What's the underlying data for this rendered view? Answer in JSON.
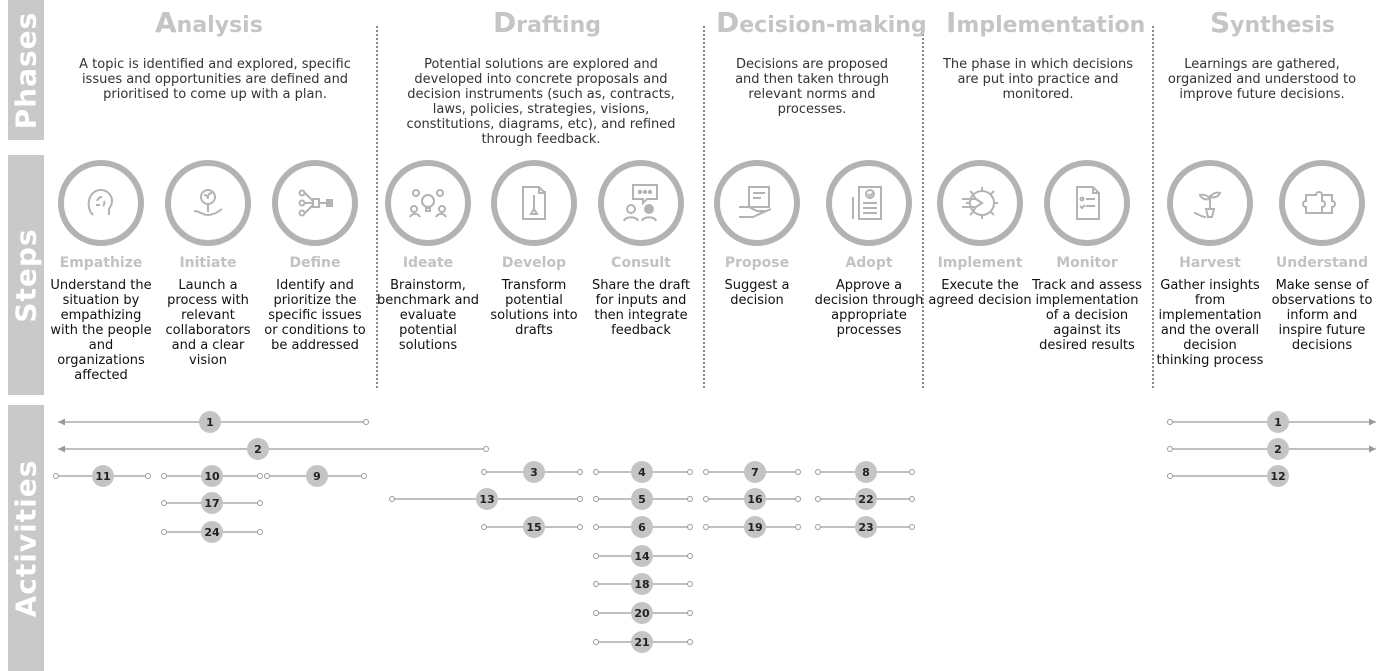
{
  "bands": {
    "phases": "Phases",
    "steps": "Steps",
    "activities": "Activities"
  },
  "phases": [
    {
      "title_cap": "A",
      "title_rest": "nalysis",
      "desc": "A topic is identified and explored, specific issues and opportunities are defined and prioritised to come up with a plan."
    },
    {
      "title_cap": "D",
      "title_rest": "rafting",
      "desc": "Potential solutions are explored and developed into concrete proposals and decision instruments (such as, contracts, laws, policies, strategies, visions, constitutions, diagrams, etc), and refined through feedback."
    },
    {
      "title_cap": "D",
      "title_rest": "ecision-making",
      "desc": "Decisions are proposed and then taken through relevant norms and processes."
    },
    {
      "title_cap": "I",
      "title_rest": "mplementation",
      "desc": "The phase in which decisions are put into practice and monitored."
    },
    {
      "title_cap": "S",
      "title_rest": "ynthesis",
      "desc": "Learnings are gathered, organized and understood to improve future decisions."
    }
  ],
  "steps": [
    {
      "name": "Empathize",
      "icon": "head-icon",
      "desc": "Understand the situation by empathizing with the people and organizations affected"
    },
    {
      "name": "Initiate",
      "icon": "sprout-hand-icon",
      "desc": "Launch a process with relevant collaborators and a clear vision"
    },
    {
      "name": "Define",
      "icon": "funnel-nodes-icon",
      "desc": "Identify and prioritize the specific issues or conditions to be addressed"
    },
    {
      "name": "Ideate",
      "icon": "lightbulb-people-icon",
      "desc": "Brainstorm, benchmark and evaluate potential solutions"
    },
    {
      "name": "Develop",
      "icon": "document-pen-icon",
      "desc": "Transform potential solutions into drafts"
    },
    {
      "name": "Consult",
      "icon": "chat-people-icon",
      "desc": "Share the draft for inputs and then integrate feedback"
    },
    {
      "name": "Propose",
      "icon": "hand-document-icon",
      "desc": "Suggest a decision"
    },
    {
      "name": "Adopt",
      "icon": "checklist-icon",
      "desc": "Approve a decision through appropriate processes"
    },
    {
      "name": "Implement",
      "icon": "gear-arrow-icon",
      "desc": "Execute the agreed decision"
    },
    {
      "name": "Monitor",
      "icon": "clipboard-icon",
      "desc": "Track and assess implementation of a decision against its desired results"
    },
    {
      "name": "Harvest",
      "icon": "plant-hand-icon",
      "desc": "Gather insights from implementation and the overall decision thinking process"
    },
    {
      "name": "Understand",
      "icon": "puzzle-icon",
      "desc": "Make sense of observations to inform and inspire future decisions"
    }
  ],
  "activities": [
    {
      "label": "1",
      "kind": "arrow-left"
    },
    {
      "label": "2",
      "kind": "arrow-left"
    },
    {
      "label": "11",
      "kind": "segment"
    },
    {
      "label": "10",
      "kind": "segment"
    },
    {
      "label": "9",
      "kind": "segment"
    },
    {
      "label": "17",
      "kind": "segment"
    },
    {
      "label": "24",
      "kind": "segment"
    },
    {
      "label": "3",
      "kind": "segment"
    },
    {
      "label": "13",
      "kind": "segment"
    },
    {
      "label": "15",
      "kind": "segment"
    },
    {
      "label": "4",
      "kind": "segment"
    },
    {
      "label": "5",
      "kind": "segment"
    },
    {
      "label": "6",
      "kind": "segment"
    },
    {
      "label": "14",
      "kind": "segment"
    },
    {
      "label": "18",
      "kind": "segment"
    },
    {
      "label": "20",
      "kind": "segment"
    },
    {
      "label": "21",
      "kind": "segment"
    },
    {
      "label": "7",
      "kind": "segment"
    },
    {
      "label": "16",
      "kind": "segment"
    },
    {
      "label": "19",
      "kind": "segment"
    },
    {
      "label": "8",
      "kind": "segment"
    },
    {
      "label": "22",
      "kind": "segment"
    },
    {
      "label": "23",
      "kind": "segment"
    },
    {
      "label": "1",
      "kind": "arrow-right"
    },
    {
      "label": "2",
      "kind": "arrow-right"
    },
    {
      "label": "12",
      "kind": "segment"
    }
  ],
  "colors": {
    "band": "#c9c9c9",
    "phase_title": "#c5c5c5",
    "step_name": "#c2c2c2",
    "circle": "#b3b3b3",
    "node": "#c4c4c4",
    "line": "#9a9a9a"
  }
}
